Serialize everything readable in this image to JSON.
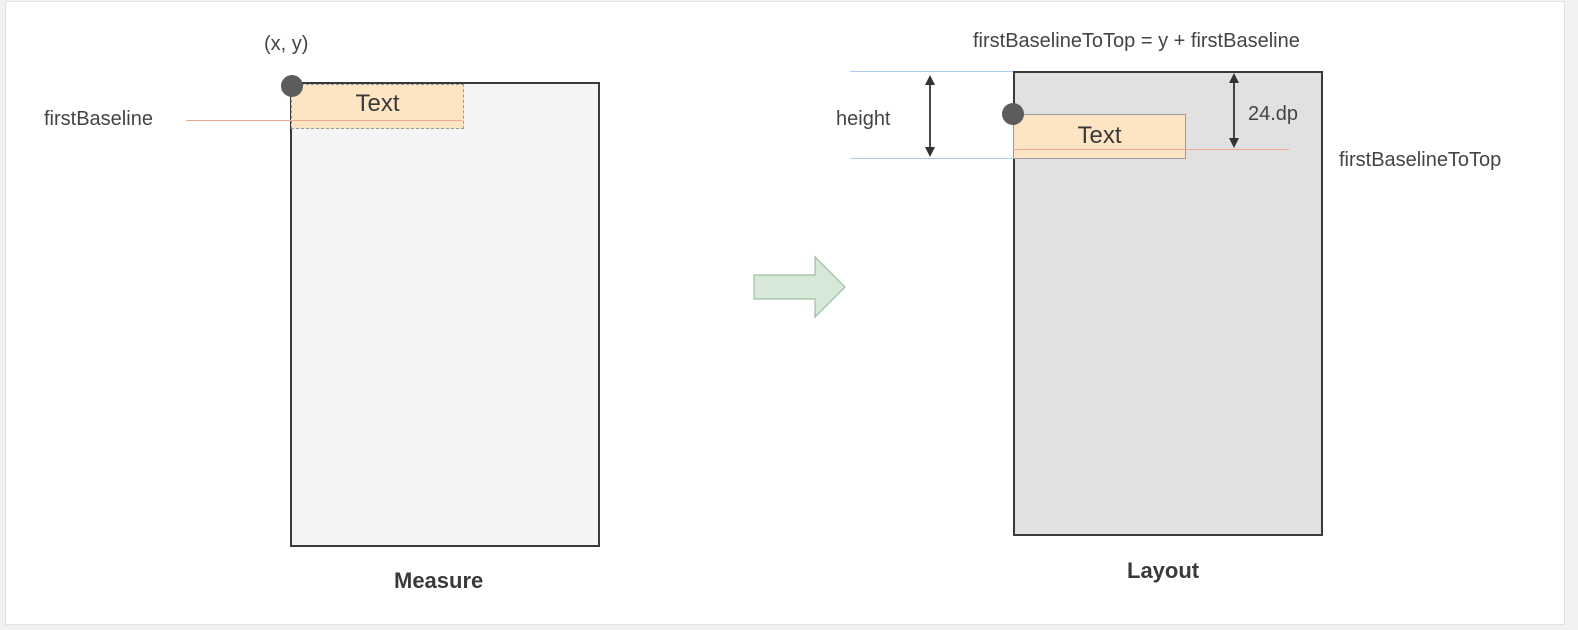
{
  "left": {
    "coord_label": "(x, y)",
    "baseline_label": "firstBaseline",
    "text_label": "Text",
    "caption": "Measure"
  },
  "right": {
    "formula": "firstBaselineToTop = y + firstBaseline",
    "height_label": "height",
    "dp_label": "24.dp",
    "baseline_to_top_label": "firstBaselineToTop",
    "text_label": "Text",
    "caption": "Layout"
  },
  "colors": {
    "measure_bg": "#f4f4f4",
    "layout_bg": "#e1e1e1",
    "text_box": "#fde5c3",
    "baseline_line": "#f0a890",
    "guide_line": "#a9cdef",
    "arrow_fill": "#d6e8d8",
    "arrow_stroke": "#9dbf9f",
    "dot": "#5c5c5c"
  }
}
